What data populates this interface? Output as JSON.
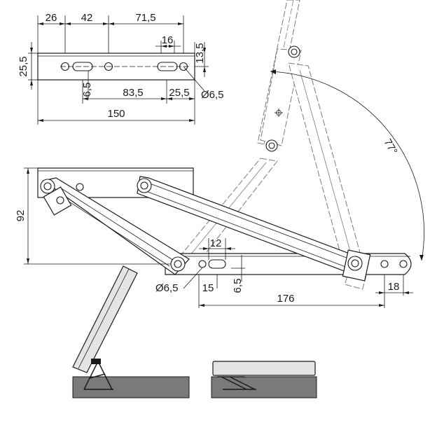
{
  "dimensions": {
    "d26": "26",
    "d42": "42",
    "d71_5": "71,5",
    "d16": "16",
    "d25_5_left": "25,5",
    "d13_5": "13,5",
    "d6_5_vert": "6,5",
    "d83_5": "83,5",
    "d25_5_bottom": "25,5",
    "phi6_5_top": "Ø6,5",
    "d150": "150",
    "angle77": "77°",
    "d92": "92",
    "d12": "12",
    "phi6_5_bottom": "Ø6,5",
    "d15": "15",
    "d6_5_bottom": "6,5",
    "d176": "176",
    "d18": "18"
  },
  "colors": {
    "line": "#1a1a1a",
    "panel_fill": "#e4e4e4",
    "base_fill": "#7a7a7a",
    "ghost_line": "#7a7a7a"
  }
}
